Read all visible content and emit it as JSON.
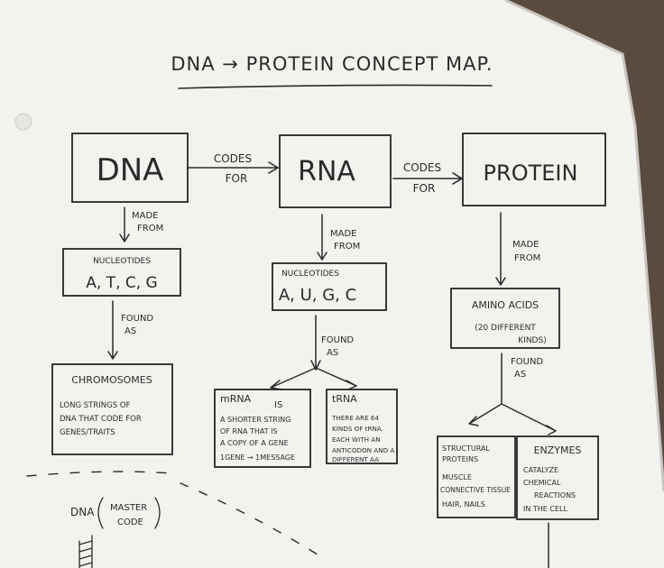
{
  "title": "DNA → PROTEIN CONCEPT MAP.",
  "nodes": {
    "dna": "DNA",
    "rna": "RNA",
    "protein": "PROTEIN",
    "dna_nucleotides_heading": "NUCLEOTIDES",
    "dna_nucleotides_bases": "A, T, C, G",
    "rna_nucleotides_heading": "NUCLEOTIDES",
    "rna_nucleotides_bases": "A, U, G, C",
    "amino_acids_line1": "AMINO ACIDS",
    "amino_acids_line2": "(20 DIFFERENT",
    "amino_acids_line3": "KINDS)",
    "chromosomes_heading": "CHROMOSOMES",
    "chromosomes_desc": [
      "LONG STRINGS OF",
      "DNA THAT CODE FOR",
      "GENES/TRAITS"
    ],
    "mrna_heading": "mRNA",
    "mrna_is": "IS",
    "mrna_desc": [
      "A SHORTER STRING",
      "OF RNA THAT IS",
      "A COPY OF A GENE",
      "1GENE → 1MESSAGE"
    ],
    "trna_heading": "tRNA",
    "trna_desc": [
      "THERE ARE 64",
      "KINDS OF tRNA.",
      "EACH WITH AN",
      "ANTICODON AND A",
      "DIFFERENT AA"
    ],
    "structural_heading": [
      "STRUCTURAL",
      "PROTEINS"
    ],
    "structural_desc": [
      "MUSCLE",
      "CONNECTIVE TISSUE",
      "HAIR, NAILS"
    ],
    "enzymes_heading": "ENZYMES",
    "enzymes_desc": [
      "CATALYZE",
      "CHEMICAL",
      "REACTIONS",
      "IN THE CELL"
    ],
    "dna_master_code": "DNA",
    "master_code": [
      "MASTER",
      "CODE"
    ]
  },
  "links": {
    "codes_for_1": [
      "CODES",
      "FOR"
    ],
    "codes_for_2": [
      "CODES",
      "FOR"
    ],
    "made_from_1": [
      "MADE",
      "FROM"
    ],
    "made_from_2": [
      "MADE",
      "FROM"
    ],
    "made_from_3": [
      "MADE",
      "FROM"
    ],
    "found_as_1": [
      "FOUND",
      "AS"
    ],
    "found_as_2": [
      "FOUND",
      "AS"
    ],
    "found_as_3": [
      "FOUND",
      "AS"
    ]
  },
  "colors": {
    "paper": "#f2f2ef",
    "ink": "#2b2b2b",
    "background": "#5b4a3e"
  }
}
